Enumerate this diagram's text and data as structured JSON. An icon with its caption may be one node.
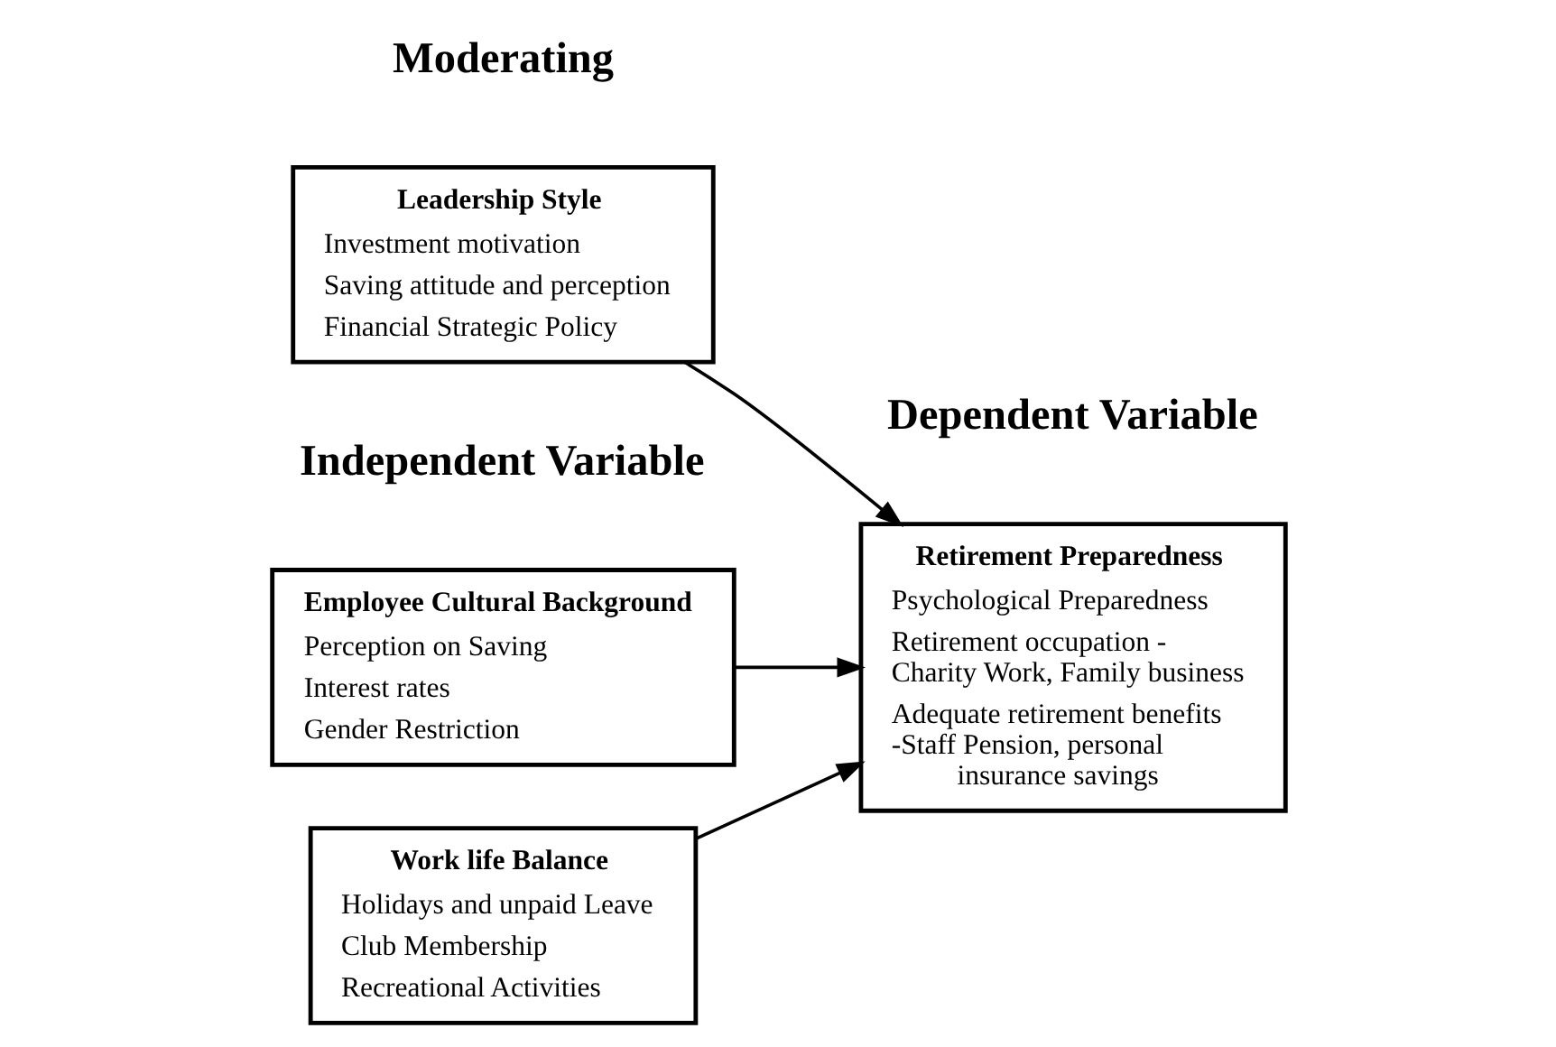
{
  "diagram": {
    "nodes": [
      {
        "text": [
          "Employee Cultural Background",
          "Perception on Saving",
          "Interest rates",
          "Gender Restriction"
        ]
      },
      {
        "text": [
          "Work life Balance",
          "Holidays and unpaid Leave",
          "Club Membership",
          "Recreational Activities"
        ]
      },
      {
        "text": [
          "Retirement Preparedness",
          "Psychological Preparedness",
          "Retirement occupation - Charity Work, Family business",
          "Adequate retirement benefits -Staff Pension, personal insurance savings"
        ]
      },
      {
        "text": [
          "Leadership Style",
          "Investment motivation",
          "Saving attitude and perception",
          "Financial Strategic Policy"
        ]
      }
    ],
    "edges": [
      {
        "from": 0,
        "to": 2,
        "arrow": "to"
      },
      {
        "from": 1,
        "to": 2,
        "arrow": "to"
      },
      {
        "from": 3,
        "to": 2,
        "arrow": "to"
      }
    ],
    "labels": [
      "Independent Variable",
      "Moderating",
      "Dependent Variable"
    ]
  }
}
